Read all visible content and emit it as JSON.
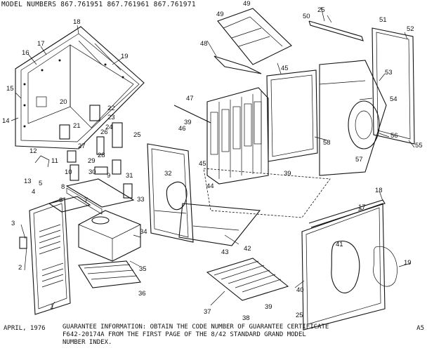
{
  "header": {
    "label": "MODEL NUMBERS",
    "models": [
      "867.761951",
      "867.761961",
      "867.761971"
    ]
  },
  "footer": {
    "date": "APRIL, 1976",
    "note": "GUARANTEE INFORMATION: OBTAIN THE CODE NUMBER OF GUARANTEE CERTIFICATE F642-20174A FROM THE FIRST PAGE OF THE 8/42 STANDARD GRAND MODEL NUMBER INDEX.",
    "page": "A5"
  },
  "callouts": {
    "c1": "1",
    "c2": "2",
    "c3": "3",
    "c4": "4",
    "c5": "5",
    "c6": "6",
    "c7": "7",
    "c8": "8",
    "c9": "9",
    "c10": "10",
    "c11": "11",
    "c12": "12",
    "c13": "13",
    "c14": "14",
    "c15": "15",
    "c16": "16",
    "c17": "17",
    "c18": "18",
    "c19": "19",
    "c20": "20",
    "c21": "21",
    "c22": "22",
    "c23": "23",
    "c24": "24",
    "c25": "25",
    "c26": "26",
    "c27": "27",
    "c28": "28",
    "c29": "29",
    "c30": "30",
    "c31": "31",
    "c32": "32",
    "c33": "33",
    "c34": "34",
    "c35": "35",
    "c36": "36",
    "c37": "37",
    "c38": "38",
    "c39": "39",
    "c40": "40",
    "c41": "41",
    "c42": "42",
    "c43": "43",
    "c44": "44",
    "c45": "45",
    "c46": "46",
    "c47": "47",
    "c48": "48",
    "c49": "49",
    "c50": "50",
    "c51": "51",
    "c52": "52",
    "c53": "53",
    "c54": "54",
    "c55": "55",
    "c56": "56",
    "c57": "57",
    "c58": "58"
  }
}
